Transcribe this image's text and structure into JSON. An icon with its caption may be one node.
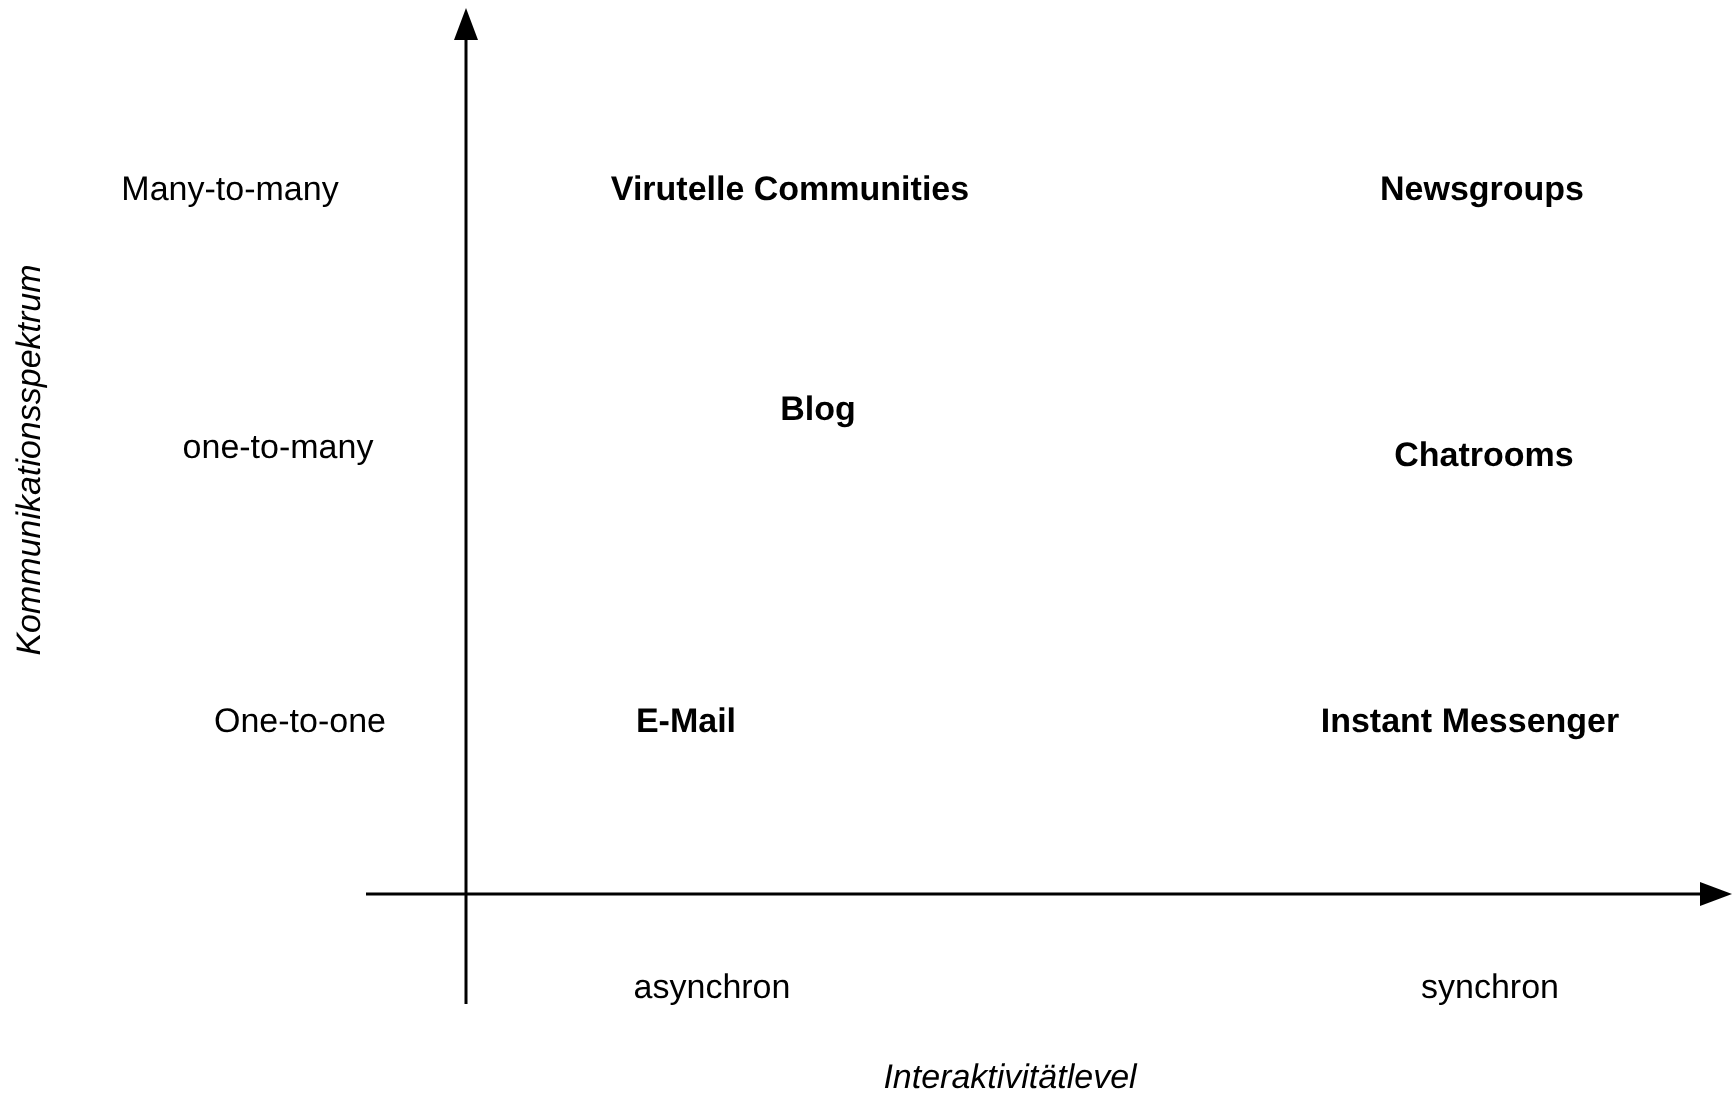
{
  "diagram": {
    "labels": [
      "Kommunikationsspektrum",
      "Many-to-many",
      "Virutelle Communities",
      "Newsgroups",
      "Blog",
      "one-to-many",
      "Chatrooms",
      "One-to-one",
      "E-Mail",
      "Instant Messenger",
      "asynchron",
      "synchron",
      "Interaktivitätlevel"
    ]
  }
}
